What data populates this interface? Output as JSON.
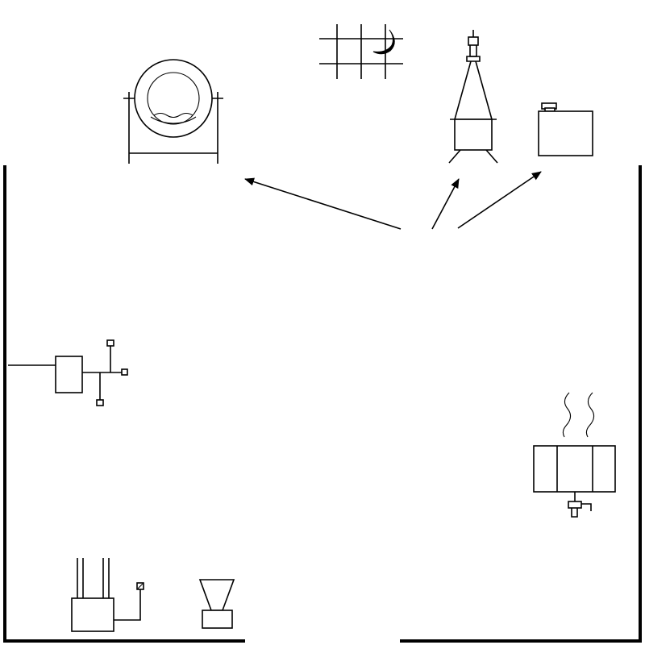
{
  "diagram": {
    "background_color": "#ffffff",
    "stroke_color": "#000000",
    "room": {
      "walls": [
        "left-wall",
        "bottom-wall-left",
        "bottom-wall-right",
        "right-wall"
      ],
      "has_doorway_bottom": true
    },
    "equipment": [
      {
        "id": "drum-mixer",
        "icon": "drum-mixer-icon",
        "location": "top-left-outside"
      },
      {
        "id": "night-grid",
        "icon": "grid-moon-icon",
        "location": "top-center-outside"
      },
      {
        "id": "cyclone-hopper",
        "icon": "cyclone-hopper-icon",
        "location": "top-center-right-outside"
      },
      {
        "id": "tank",
        "icon": "tank-icon",
        "location": "top-right-outside"
      },
      {
        "id": "control-unit",
        "icon": "control-box-icon",
        "location": "left-wall"
      },
      {
        "id": "steam-heater",
        "icon": "steam-heater-icon",
        "location": "right-wall"
      },
      {
        "id": "twin-column-unit",
        "icon": "twin-column-unit-icon",
        "location": "bottom-left"
      },
      {
        "id": "funnel-feeder",
        "icon": "funnel-feeder-icon",
        "location": "bottom-left"
      }
    ],
    "arrows": [
      {
        "from": "room-center",
        "to": "drum-mixer"
      },
      {
        "from": "room-center",
        "to": "cyclone-hopper"
      },
      {
        "from": "room-center",
        "to": "tank"
      }
    ]
  }
}
